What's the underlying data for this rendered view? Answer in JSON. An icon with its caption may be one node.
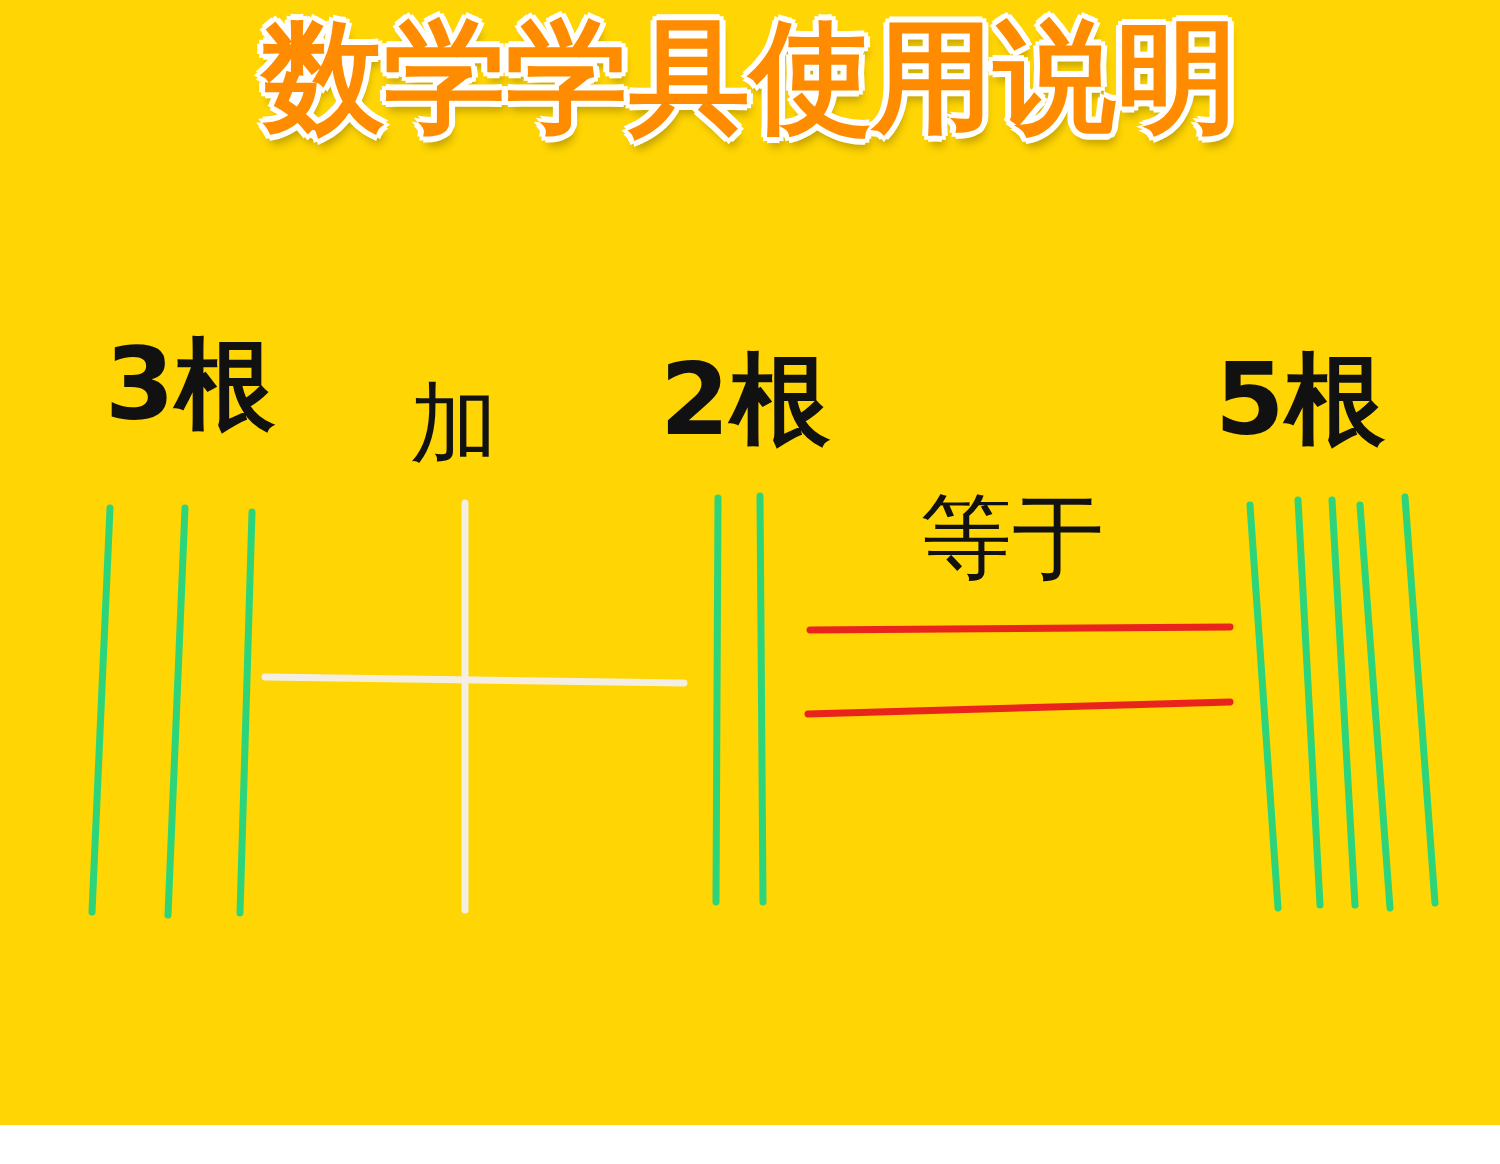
{
  "diagram": {
    "title": "数学学具使用说明",
    "labels": [
      "3根",
      "加",
      "2根",
      "等于",
      "5根"
    ]
  }
}
